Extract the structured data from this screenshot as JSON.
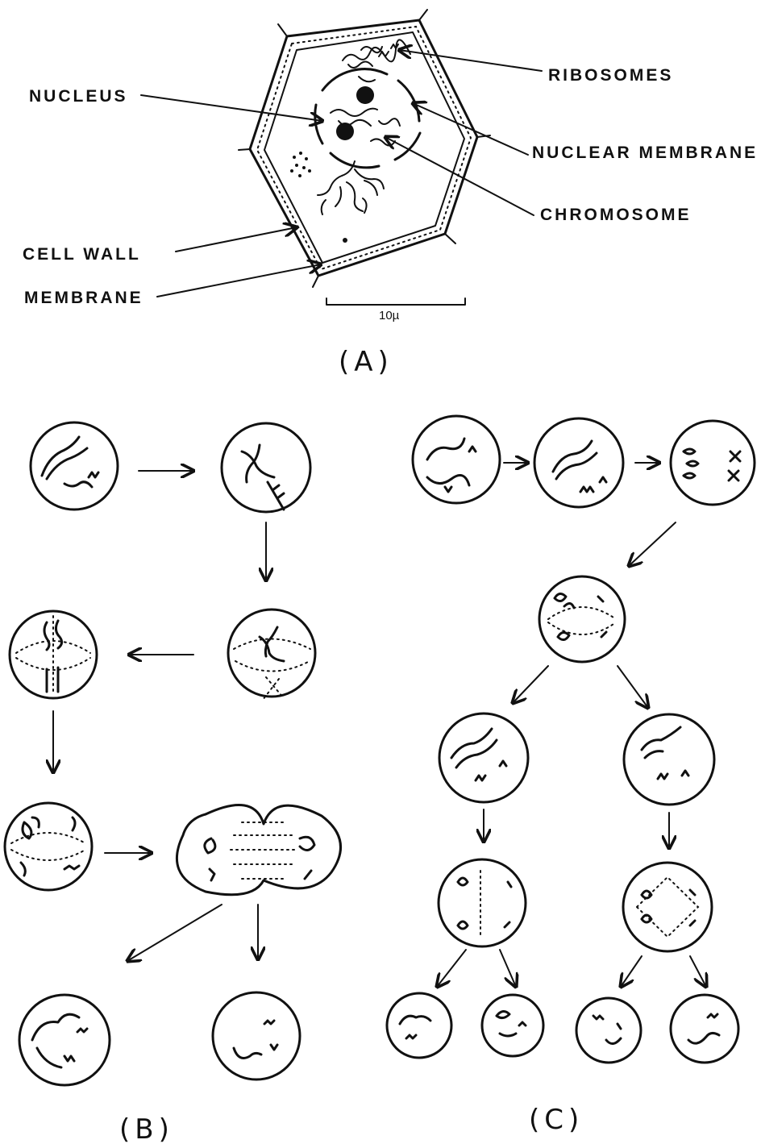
{
  "panel_a": {
    "labels": {
      "nucleus": "NUCLEUS",
      "ribosomes": "RIBOSOMES",
      "nuclear_membrane": "NUCLEAR MEMBRANE",
      "chromosome": "CHROMOSOME",
      "cell_wall": "CELL WALL",
      "membrane": "MEMBRANE"
    },
    "scale_bar": "10µ",
    "caption": "(A)"
  },
  "panel_b": {
    "caption": "(B)"
  },
  "panel_c": {
    "caption": "(C)"
  }
}
